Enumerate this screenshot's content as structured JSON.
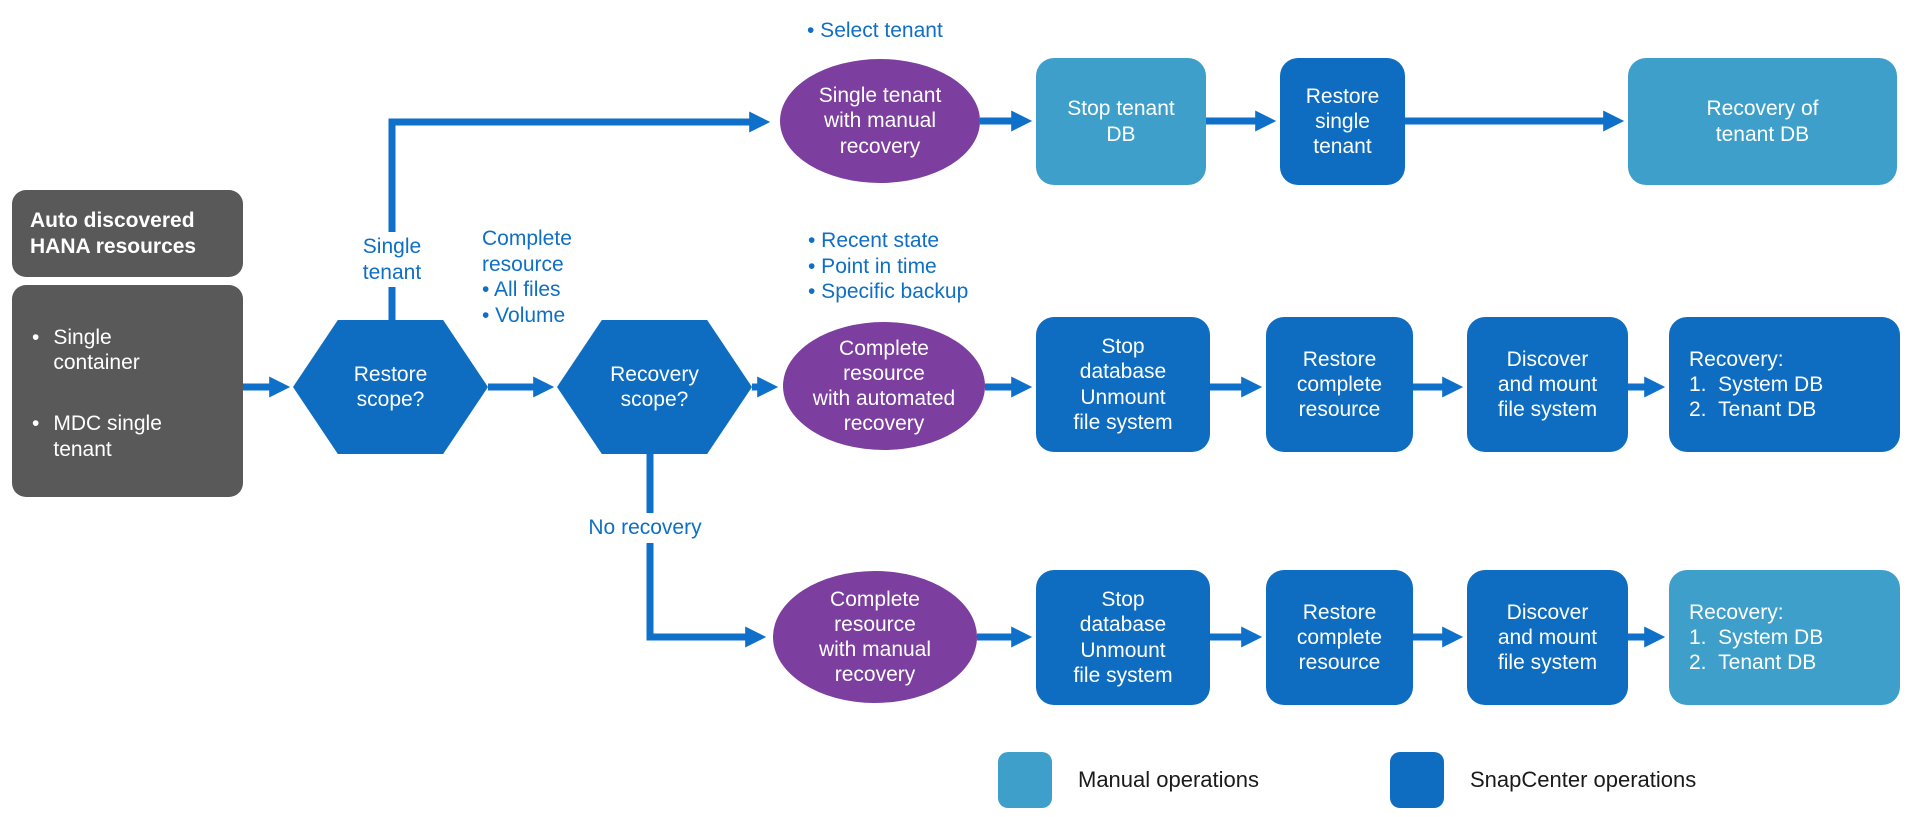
{
  "diagram_title_implied": "Auto discovered HANA resources restore and recovery workflow",
  "colors": {
    "manual_operations": "#3EA0CA",
    "snapcenter_operations": "#0E6DC1",
    "decision_purple": "#7C3E9F",
    "resource_gray": "#595959",
    "connector_blue": "#0E70C8",
    "annotation_text_blue": "#0F6FC5"
  },
  "glyphs": {
    "bullet": "•"
  },
  "left_panel": {
    "title": "Auto discovered\nHANA resources",
    "items": [
      "Single\ncontainer",
      "MDC single\ntenant"
    ]
  },
  "decisions": {
    "restore_scope": "Restore\nscope?",
    "recovery_scope": "Recovery\nscope?"
  },
  "branch_labels": {
    "single_tenant": "Single\ntenant",
    "complete_resource": "Complete\nresource\n• All files\n• Volume",
    "no_recovery": "No recovery",
    "select_tenant": "• Select tenant",
    "recovery_options": "• Recent state\n• Point in time\n• Specific backup"
  },
  "flows": {
    "single_tenant": {
      "mode": "Single tenant\nwith manual\nrecovery",
      "steps": [
        {
          "label": "Stop tenant\nDB",
          "type": "manual"
        },
        {
          "label": "Restore\nsingle\ntenant",
          "type": "snapcenter"
        },
        {
          "label": "Recovery of\ntenant DB",
          "type": "manual"
        }
      ]
    },
    "automated": {
      "mode": "Complete\nresource\nwith automated\nrecovery",
      "steps": [
        {
          "label": "Stop\ndatabase\nUnmount\nfile system",
          "type": "snapcenter"
        },
        {
          "label": "Restore\ncomplete\nresource",
          "type": "snapcenter"
        },
        {
          "label": "Discover\nand mount\nfile system",
          "type": "snapcenter"
        },
        {
          "label": "Recovery:\n1.  System DB\n2.  Tenant DB",
          "type": "snapcenter"
        }
      ]
    },
    "manual": {
      "mode": "Complete\nresource\nwith manual\nrecovery",
      "steps": [
        {
          "label": "Stop\ndatabase\nUnmount\nfile system",
          "type": "snapcenter"
        },
        {
          "label": "Restore\ncomplete\nresource",
          "type": "snapcenter"
        },
        {
          "label": "Discover\nand mount\nfile system",
          "type": "snapcenter"
        },
        {
          "label": "Recovery:\n1.  System DB\n2.  Tenant DB",
          "type": "manual"
        }
      ]
    }
  },
  "legend": [
    {
      "label": "Manual operations",
      "type": "manual"
    },
    {
      "label": "SnapCenter operations",
      "type": "snapcenter"
    }
  ]
}
